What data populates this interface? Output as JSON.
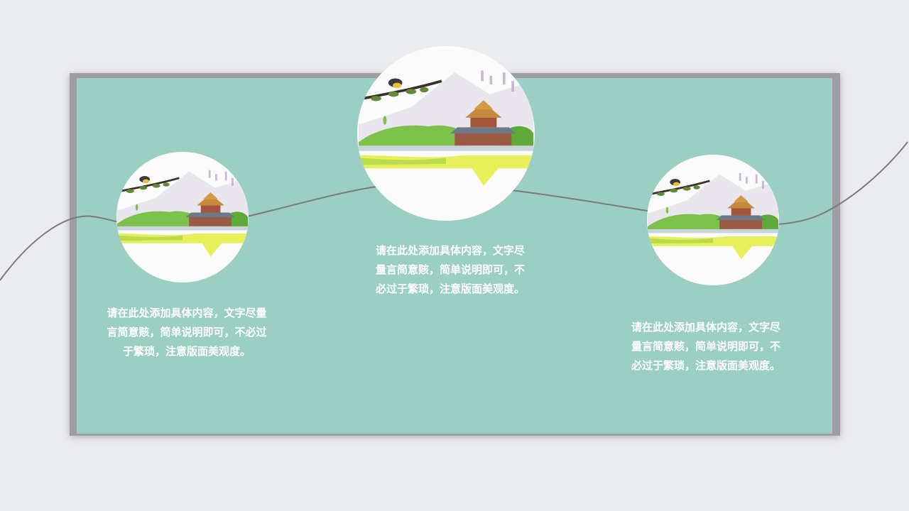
{
  "slide": {
    "background": "#ebecf0",
    "panel_color": "#9ccfc3",
    "frame_color": "#9f9da3",
    "line_color": "#7a7a7a"
  },
  "items": [
    {
      "image": "forbidden-city-watercolor-image",
      "text": "请在此处添加具体内容，文字尽量言简意赅，简单说明即可，不必过于繁琐，注意版面美观度。"
    },
    {
      "image": "forbidden-city-watercolor-image",
      "text": "请在此处添加具体内容，文字尽量言简意赅，简单说明即可，不必过于繁琐，注意版面美观度。"
    },
    {
      "image": "forbidden-city-watercolor-image",
      "text": "请在此处添加具体内容，文字尽量言简意赅，简单说明即可，不必过于繁琐，注意版面美观度。"
    }
  ]
}
